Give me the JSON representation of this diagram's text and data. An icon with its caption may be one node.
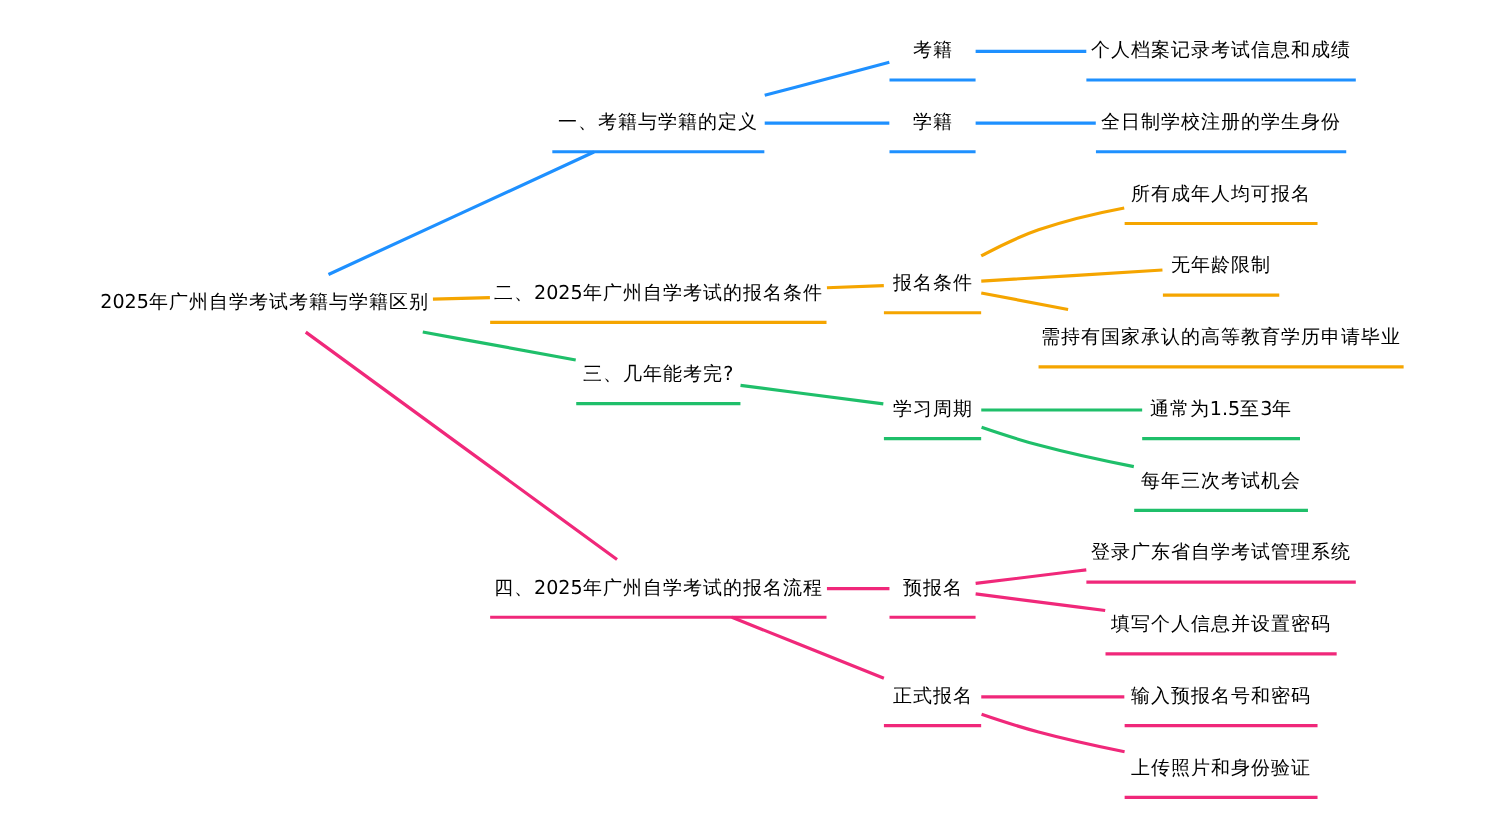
{
  "diagram": {
    "nodes": [
      {
        "text": [
          "2025年广州自学考试考籍与学籍区别"
        ]
      },
      {
        "text": [
          "一、考籍与学籍的定义"
        ]
      },
      {
        "text": [
          "考籍"
        ]
      },
      {
        "text": [
          "个人档案记录考试信息和成绩"
        ]
      },
      {
        "text": [
          "学籍"
        ]
      },
      {
        "text": [
          "全日制学校注册的学生身份"
        ]
      },
      {
        "text": [
          "二、2025年广州自学考试的报名条件"
        ]
      },
      {
        "text": [
          "报名条件"
        ]
      },
      {
        "text": [
          "所有成年人均可报名"
        ]
      },
      {
        "text": [
          "无年龄限制"
        ]
      },
      {
        "text": [
          "需持有国家承认的高等教育学历申请毕业"
        ]
      },
      {
        "text": [
          "三、几年能考完?"
        ]
      },
      {
        "text": [
          "学习周期"
        ]
      },
      {
        "text": [
          "通常为1.5至3年"
        ]
      },
      {
        "text": [
          "每年三次考试机会"
        ]
      },
      {
        "text": [
          "四、2025年广州自学考试的报名流程"
        ]
      },
      {
        "text": [
          "预报名"
        ]
      },
      {
        "text": [
          "登录广东省自学考试管理系统"
        ]
      },
      {
        "text": [
          "填写个人信息并设置密码"
        ]
      },
      {
        "text": [
          "正式报名"
        ]
      },
      {
        "text": [
          "输入预报名号和密码"
        ]
      },
      {
        "text": [
          "上传照片和身份验证"
        ]
      }
    ],
    "edges": [
      {
        "from": 0,
        "to": 1,
        "arrow": "none",
        "color": "#1e90ff"
      },
      {
        "from": 1,
        "to": 2,
        "arrow": "none",
        "color": "#1e90ff"
      },
      {
        "from": 2,
        "to": 3,
        "arrow": "none",
        "color": "#1e90ff"
      },
      {
        "from": 1,
        "to": 4,
        "arrow": "none",
        "color": "#1e90ff"
      },
      {
        "from": 4,
        "to": 5,
        "arrow": "none",
        "color": "#1e90ff"
      },
      {
        "from": 0,
        "to": 6,
        "arrow": "none",
        "color": "#f5a500"
      },
      {
        "from": 6,
        "to": 7,
        "arrow": "none",
        "color": "#f5a500"
      },
      {
        "from": 7,
        "to": 8,
        "arrow": "none",
        "color": "#f5a500"
      },
      {
        "from": 7,
        "to": 9,
        "arrow": "none",
        "color": "#f5a500"
      },
      {
        "from": 7,
        "to": 10,
        "arrow": "none",
        "color": "#f5a500"
      },
      {
        "from": 0,
        "to": 11,
        "arrow": "none",
        "color": "#1fbf6a"
      },
      {
        "from": 11,
        "to": 12,
        "arrow": "none",
        "color": "#1fbf6a"
      },
      {
        "from": 12,
        "to": 13,
        "arrow": "none",
        "color": "#1fbf6a"
      },
      {
        "from": 12,
        "to": 14,
        "arrow": "none",
        "color": "#1fbf6a"
      },
      {
        "from": 0,
        "to": 15,
        "arrow": "none"
      },
      {
        "from": 15,
        "to": 16,
        "arrow": "none"
      },
      {
        "from": 16,
        "to": 17,
        "arrow": "none"
      },
      {
        "from": 16,
        "to": 18,
        "arrow": "none"
      },
      {
        "from": 15,
        "to": 19,
        "arrow": "none"
      },
      {
        "from": 19,
        "to": 20,
        "arrow": "none"
      },
      {
        "from": 19,
        "to": 21,
        "arrow": "none"
      }
    ]
  }
}
